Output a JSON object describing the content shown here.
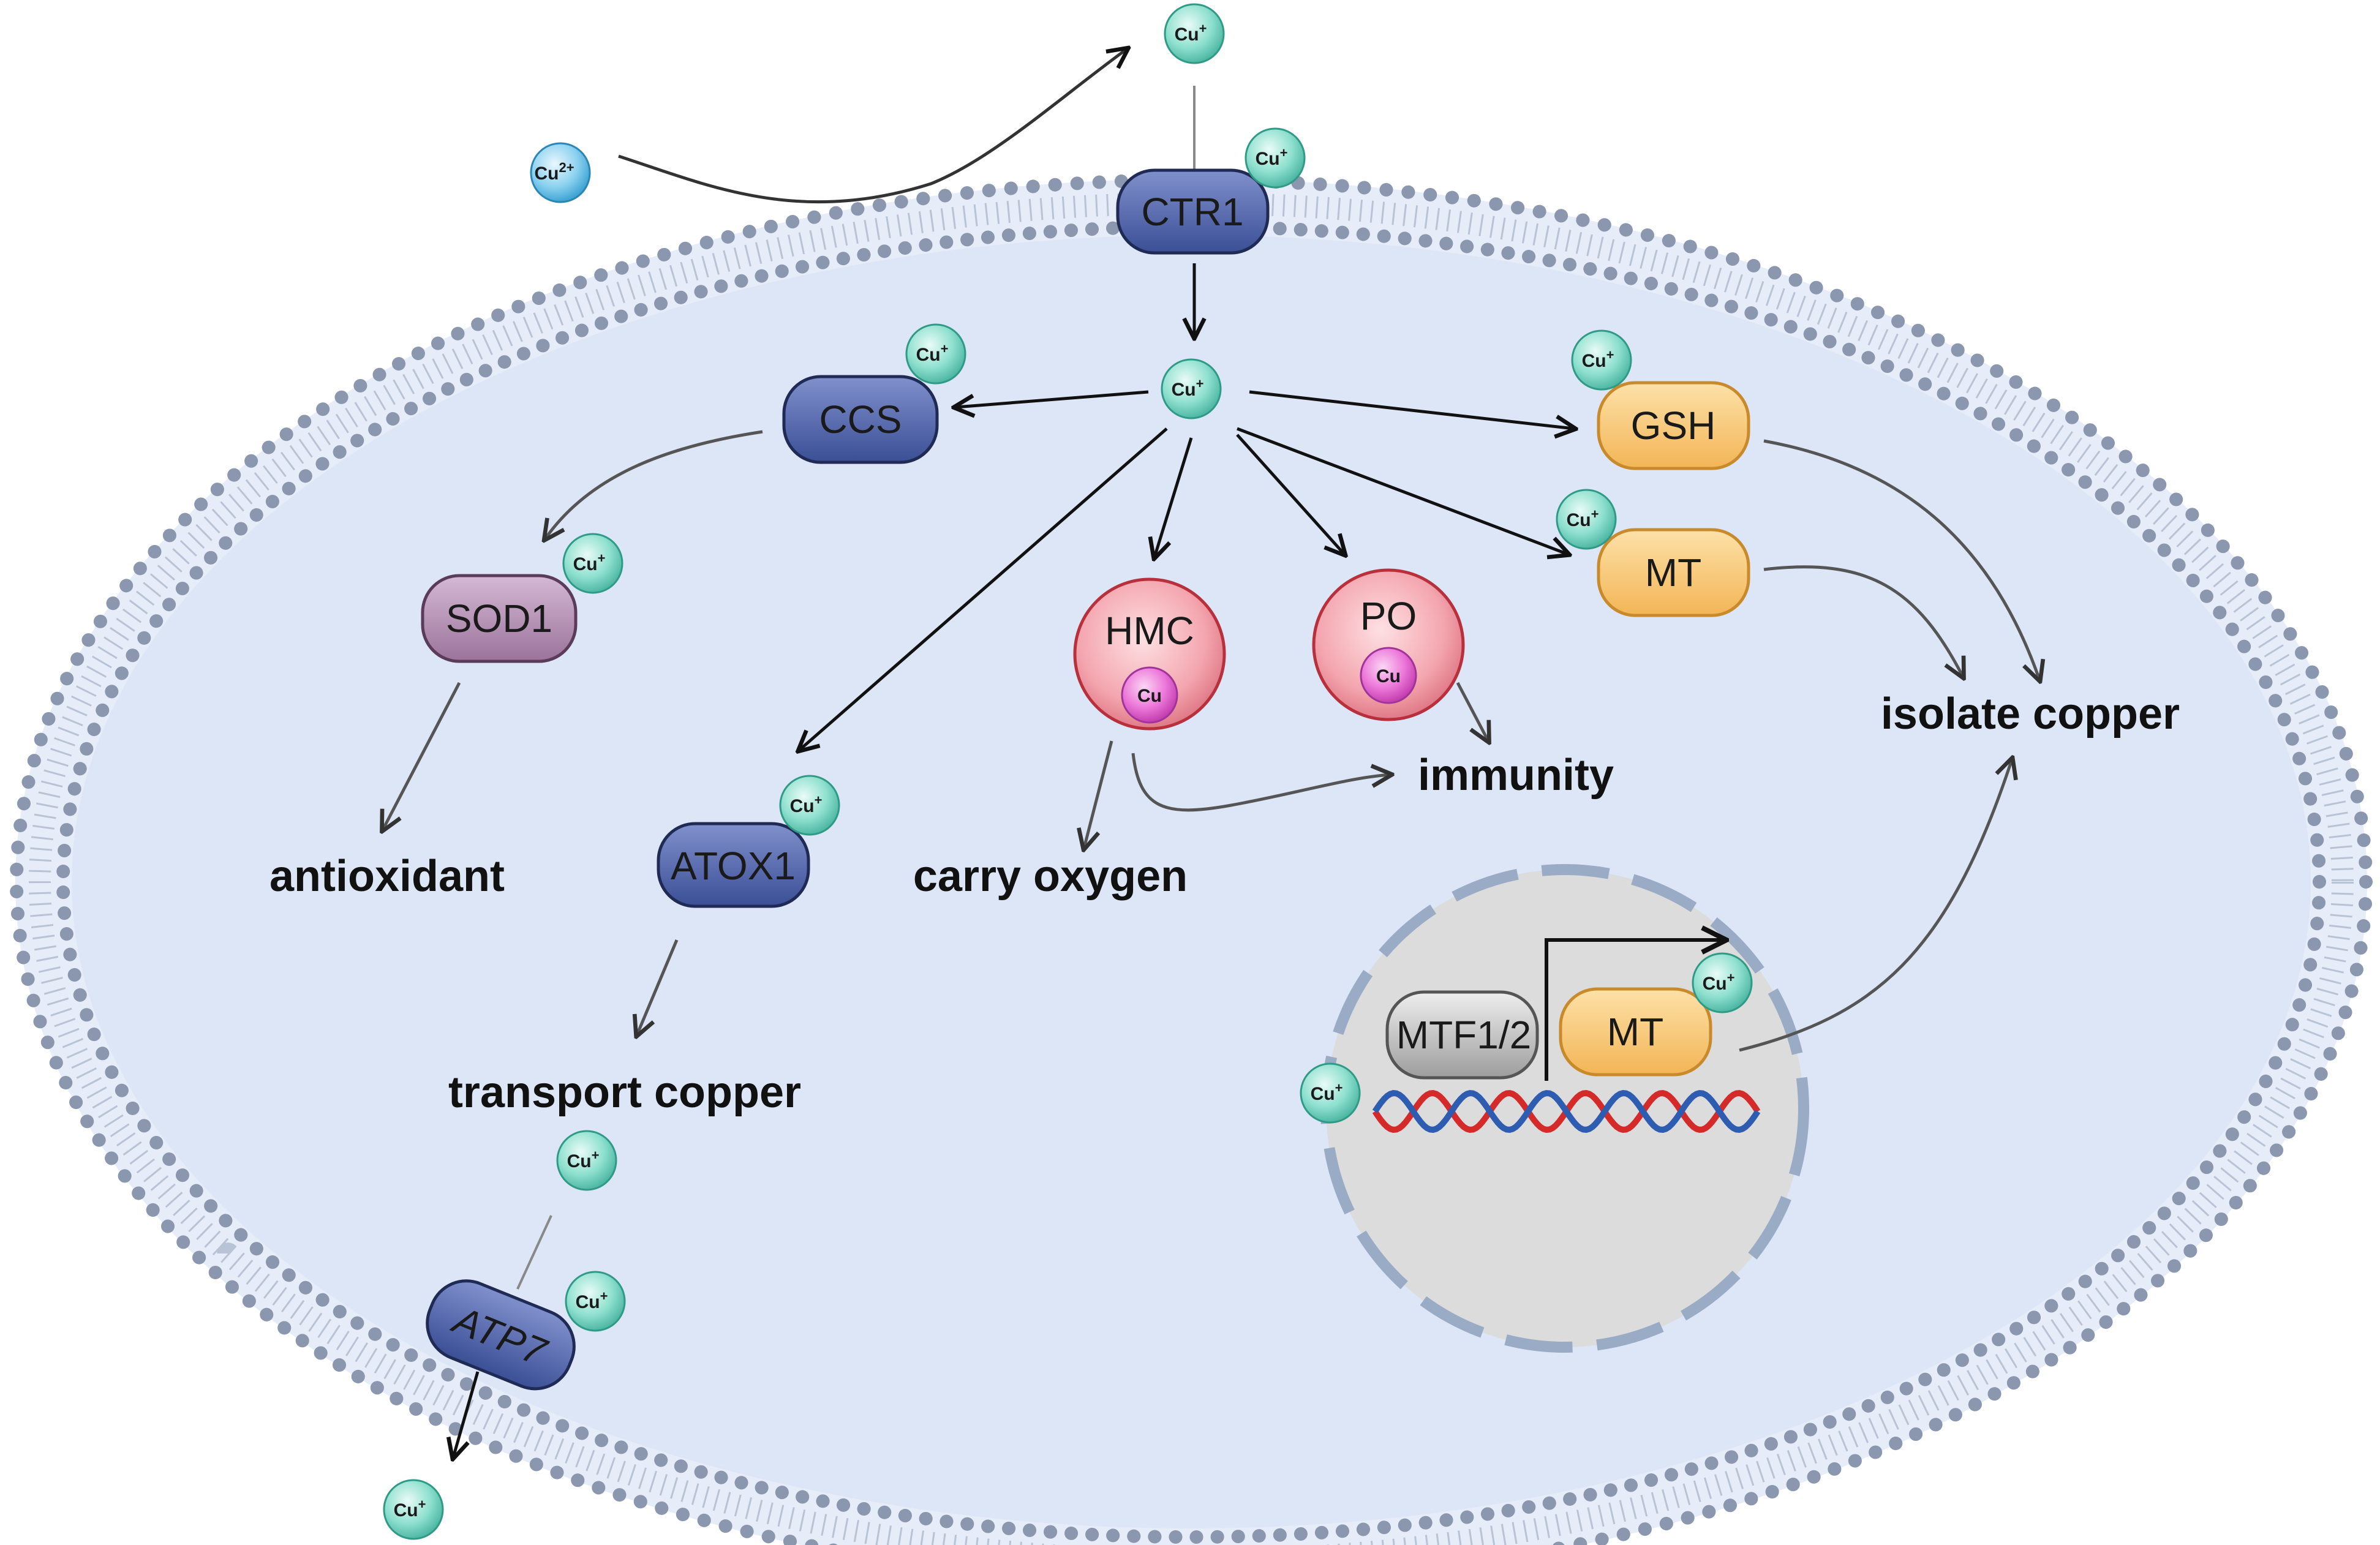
{
  "ions": {
    "cu_plus": "Cu",
    "cu_plus_sup": "+",
    "cu_2plus": "Cu",
    "cu_2plus_sup": "2+",
    "cu_metal": "Cu"
  },
  "proteins": {
    "ctr1": "CTR1",
    "ccs": "CCS",
    "sod1": "SOD1",
    "atox1": "ATOX1",
    "atp7": "ATP7",
    "gsh": "GSH",
    "mt": "MT",
    "mt_nucleus": "MT",
    "mtf": "MTF1/2",
    "hmc": "HMC",
    "po": "PO"
  },
  "functions": {
    "antioxidant": "antioxidant",
    "transport_copper": "transport copper",
    "carry_oxygen": "carry oxygen",
    "immunity": "immunity",
    "isolate_copper": "isolate copper"
  },
  "colors": {
    "cell_fill": "#dde6f7",
    "membrane_bead": "#8a97ae",
    "nucleus_fill": "#dcdcdc",
    "nucleus_border": "#9aabc6",
    "blue_protein": "#4a5ea6",
    "purple_protein": "#a985a9",
    "orange_protein": "#f7c673",
    "red_protein": "#f2a0aa",
    "cu_ion": "#7fd8c6",
    "cu2_ion": "#7cc8ec",
    "cu_metal": "#e86ad2",
    "dna_red": "#d52a2a",
    "dna_blue": "#2e5cb0"
  }
}
